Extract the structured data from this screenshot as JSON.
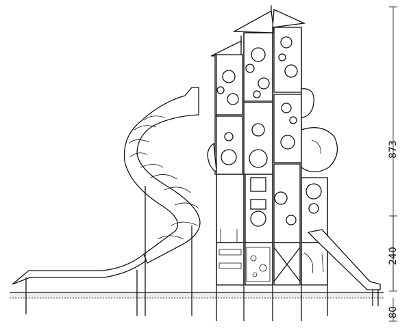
{
  "dimensions": {
    "total_height": "873",
    "platform_height": "240",
    "foundation_depth": "80"
  },
  "colors": {
    "line": "#111111",
    "background": "#ffffff"
  }
}
